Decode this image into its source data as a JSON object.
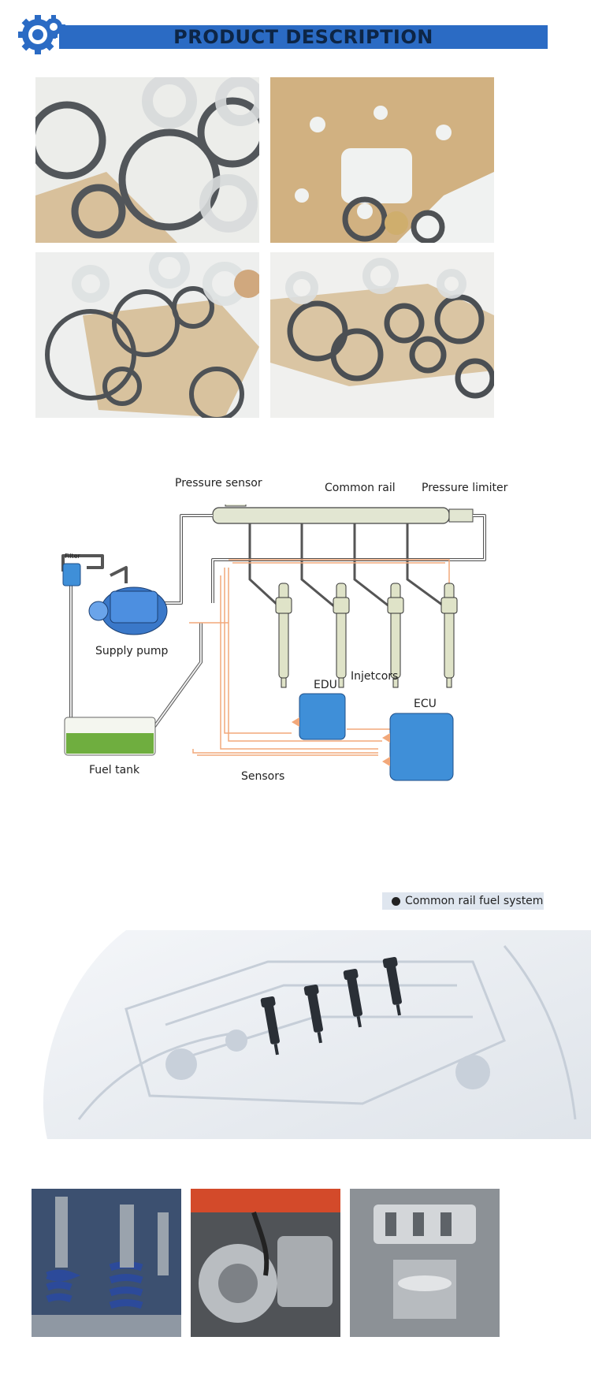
{
  "header": {
    "title": "PRODUCT DESCRIPTION",
    "logo_icon": "gear-cogs-icon",
    "colors": {
      "banner": "#2b6bc4",
      "title_text": "#0d2545"
    }
  },
  "gallery": {
    "photos": [
      {
        "name": "oring-kit-photo-1",
        "subject": "seal-rings-photo"
      },
      {
        "name": "gasket-kit-photo-2",
        "subject": "gasket-sheet-photo"
      },
      {
        "name": "oring-kit-photo-3",
        "subject": "seal-rings-photo"
      },
      {
        "name": "oring-kit-photo-4",
        "subject": "seal-rings-photo"
      }
    ]
  },
  "diagram": {
    "labels": {
      "pressure_sensor": "Pressure sensor",
      "common_rail": "Common rail",
      "pressure_limiter": "Pressure limiter",
      "filter": "Filter",
      "supply_pump": "Supply pump",
      "injectors": "Injetcors",
      "edu": "EDU",
      "ecu": "ECU",
      "fuel_tank": "Fuel tank",
      "sensors": "Sensors"
    },
    "caption": "Common rail fuel system",
    "colors": {
      "wiring": "#f2a87a",
      "module_blue": "#3f8fd8",
      "fuel_green": "#6fae3f"
    }
  },
  "engine_illustration": {
    "subject": "engine-with-injectors-illustration"
  },
  "bottom_photos": [
    {
      "name": "valve-springs-photo"
    },
    {
      "name": "fuel-pump-photo"
    },
    {
      "name": "engine-cutaway-photo"
    }
  ]
}
